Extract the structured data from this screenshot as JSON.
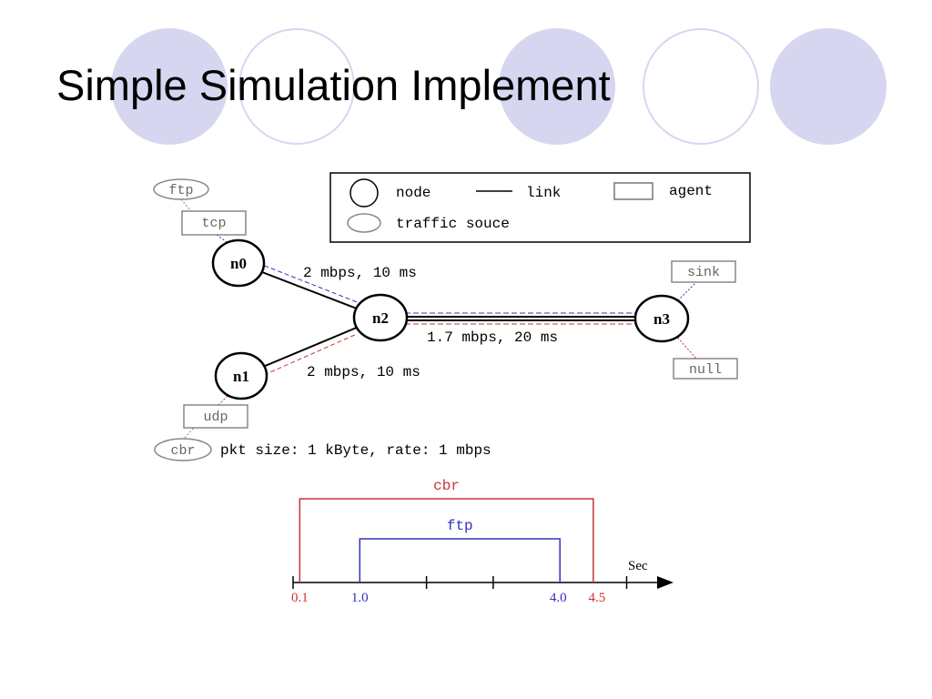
{
  "slide": {
    "title": "Simple Simulation Implement"
  },
  "legend": {
    "node": "node",
    "link": "link",
    "agent": "agent",
    "traffic_source": "traffic souce"
  },
  "topology": {
    "nodes": [
      "n0",
      "n1",
      "n2",
      "n3"
    ],
    "traffic_sources": [
      "ftp",
      "cbr"
    ],
    "agents": [
      "tcp",
      "udp",
      "sink",
      "null"
    ],
    "links": [
      "2 mbps, 10 ms",
      "1.7 mbps, 20 ms",
      "2 mbps, 10 ms"
    ],
    "cbr_info": "pkt size: 1 kByte, rate: 1 mbps"
  },
  "colors": {
    "accent_circle": "#d6d6f0",
    "ftp": "#3333bb",
    "cbr": "#cc3333"
  },
  "chart_data": {
    "type": "timeline",
    "xlabel": "Sec",
    "ticks": [
      0,
      1,
      2,
      3,
      4,
      5
    ],
    "series": [
      {
        "name": "cbr",
        "start": 0.1,
        "end": 4.5,
        "start_label": "0.1",
        "end_label": "4.5",
        "color": "#cc3333"
      },
      {
        "name": "ftp",
        "start": 1.0,
        "end": 4.0,
        "start_label": "1.0",
        "end_label": "4.0",
        "color": "#3333bb"
      }
    ]
  }
}
